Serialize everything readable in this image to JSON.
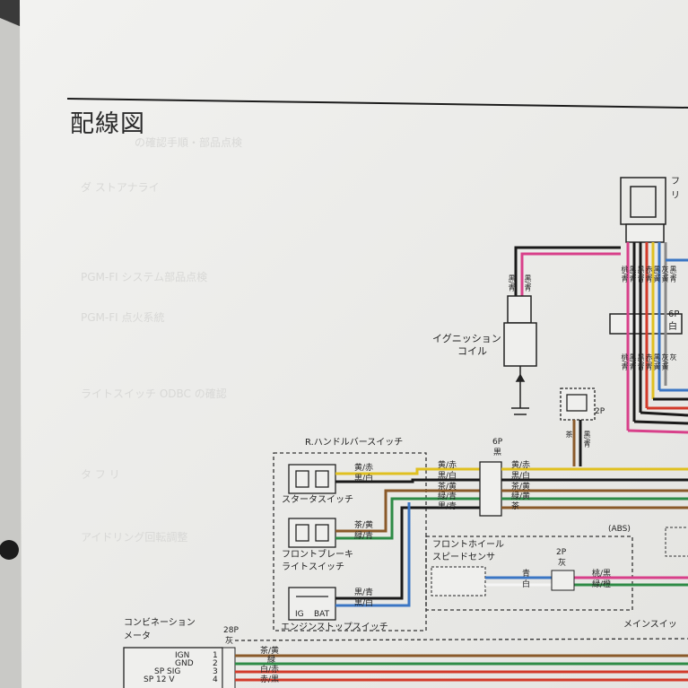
{
  "page": {
    "title": "配線図",
    "colors": {
      "paper": "#efefed",
      "rule": "#1c1c1c",
      "wire_pink": "#d8408a",
      "wire_blue": "#3b76c4",
      "wire_green": "#2e8b46",
      "wire_yellow": "#e0c020",
      "wire_brown": "#8a5a2a",
      "wire_orange": "#e08a2a",
      "wire_red": "#d23a2a",
      "wire_black": "#1a1a1a"
    }
  },
  "components": {
    "ignition_coil": [
      "イグニッション",
      "コイル"
    ],
    "ignition_wires": [
      "黒/青",
      "黒/青"
    ],
    "top_right_partial": [
      "フ",
      "リ"
    ],
    "top_connector_labels": [
      "桃/青",
      "黒/青",
      "黒/青",
      "赤/青",
      "黒/黄",
      "灰/黄",
      "黒/青"
    ],
    "connector_6p_right": [
      "6P",
      "白"
    ],
    "lower_connector_labels": [
      "桃/青",
      "黒/青",
      "黒/青",
      "赤/青",
      "黒/黄",
      "灰/黄",
      "灰"
    ],
    "connector_2p_top": "2P",
    "wires_2p": [
      "茶",
      "黒/青"
    ],
    "r_handlebar": {
      "title": "R.ハンドルバースイッチ",
      "connector": [
        "6P",
        "黒"
      ],
      "starter_switch": "スタータスイッチ",
      "starter_wires": [
        "黄/赤",
        "黒/白"
      ],
      "front_brake": [
        "フロントブレーキ",
        "ライトスイッチ"
      ],
      "front_brake_wires": [
        "茶/黄",
        "緑/青"
      ],
      "engine_stop": "エンジンストップスイッチ",
      "engine_stop_terms": [
        "IG",
        "BAT"
      ],
      "engine_stop_wires": [
        "黒/青",
        "黒/白"
      ],
      "conn_left_labels": [
        "黄/赤",
        "黒/白",
        "茶/黄",
        "緑/青",
        "黒/青"
      ],
      "conn_right_labels": [
        "黄/赤",
        "黒/白",
        "茶/黄",
        "緑/黄",
        "茶"
      ]
    },
    "front_wheel_sensor": {
      "tag": "(ABS)",
      "title": [
        "フロントホイール",
        "スピードセンサ"
      ],
      "wires": [
        "青",
        "白"
      ],
      "connector": [
        "2P",
        "灰"
      ],
      "out_wires": [
        "桃/黒",
        "緑/橙"
      ]
    },
    "main_switch_partial": "メインスイッ",
    "combination_meter": {
      "title": [
        "コンビネーション",
        "メータ"
      ],
      "connector": [
        "28P",
        "灰"
      ],
      "pins": [
        "IGN",
        "GND",
        "SP SIG",
        "SP 12 V"
      ],
      "pin_numbers": [
        "1",
        "2",
        "3",
        "4"
      ],
      "wires": [
        "茶/黄",
        "緑",
        "白/赤",
        "赤/黒"
      ]
    }
  }
}
